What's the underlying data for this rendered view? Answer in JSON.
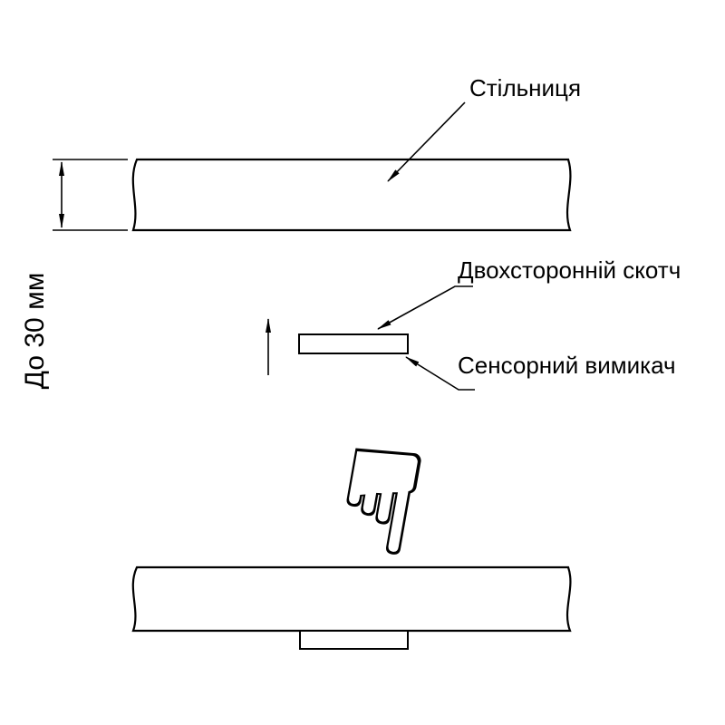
{
  "diagram": {
    "title_context": "touch-switch-installation-diagram",
    "labels": {
      "countertop": "Стільниця",
      "tape": "Двохсторонній скотч",
      "switch": "Сенсорний вимикач",
      "dimension": "До 30 мм"
    },
    "icons": {
      "hand_pointer": "☟",
      "leader_arrow": "filled-triangle",
      "direction_arrow": "up"
    },
    "colors": {
      "line": "#000000",
      "background": "#ffffff"
    }
  }
}
